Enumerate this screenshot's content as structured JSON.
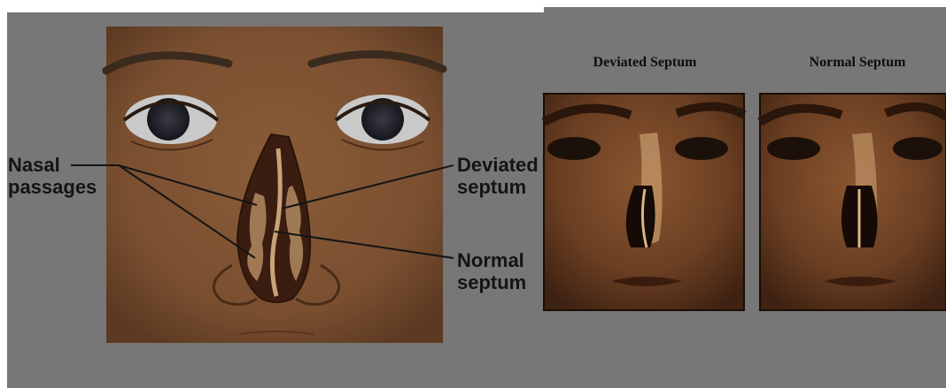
{
  "illustration": {
    "labels": {
      "nasal_passages": {
        "line1": "Nasal",
        "line2": "passages"
      },
      "deviated_septum": {
        "line1": "Deviated",
        "line2": "septum"
      },
      "normal_septum": {
        "line1": "Normal",
        "line2": "septum"
      }
    }
  },
  "photos": {
    "deviated_title": "Deviated Septum",
    "normal_title": "Normal Septum"
  },
  "colors": {
    "background": "#777777",
    "skin": "#7f5433",
    "skin_dark": "#4a2c18",
    "cavity": "#3a1d10",
    "turbinate": "#a07a55",
    "photo_skin": "#6b3f22"
  }
}
